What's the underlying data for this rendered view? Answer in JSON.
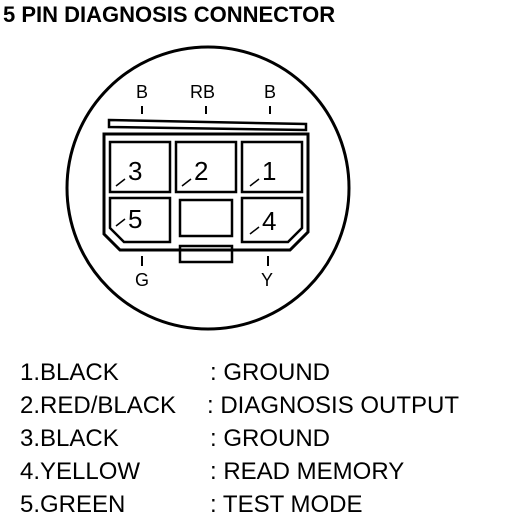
{
  "title": "5 PIN DIAGNOSIS CONNECTOR",
  "wire_labels": {
    "top_left": "B",
    "top_center": "RB",
    "top_right": "B",
    "bottom_left": "G",
    "bottom_right": "Y"
  },
  "pins": [
    "3",
    "2",
    "1",
    "5",
    "4"
  ],
  "legend": [
    {
      "wire": "1.BLACK",
      "function": ": GROUND"
    },
    {
      "wire": "2.RED/BLACK",
      "function": ": DIAGNOSIS OUTPUT"
    },
    {
      "wire": "3.BLACK",
      "function": ": GROUND"
    },
    {
      "wire": "4.YELLOW",
      "function": ": READ MEMORY"
    },
    {
      "wire": "5.GREEN",
      "function": ": TEST MODE"
    }
  ]
}
